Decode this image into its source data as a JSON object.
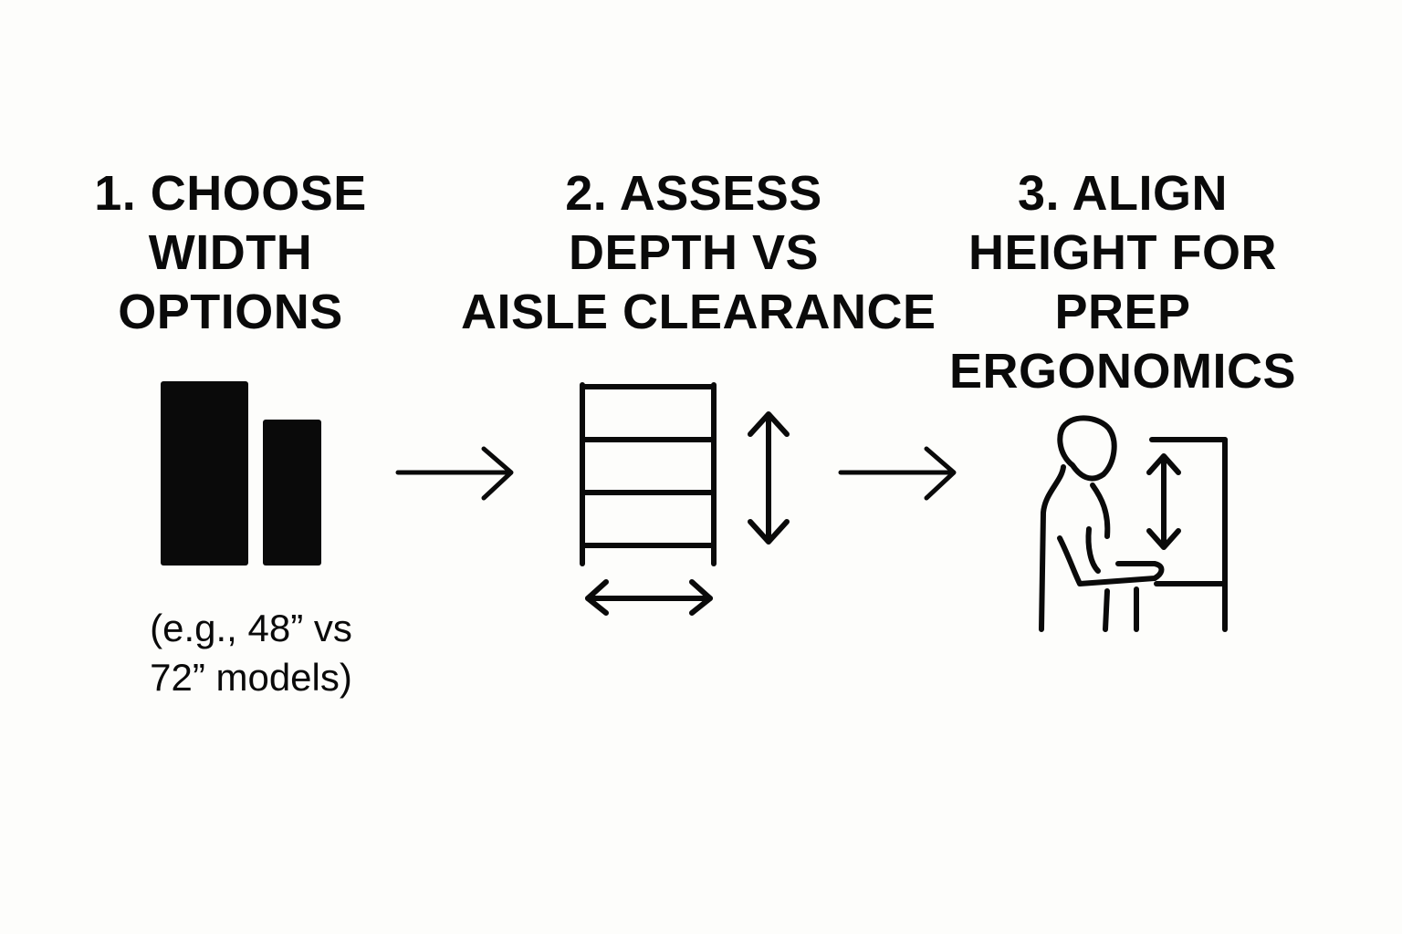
{
  "steps": [
    {
      "title_lines": [
        "1. CHOOSE",
        "WIDTH",
        "OPTIONS"
      ],
      "icon": "width-bars-icon",
      "note_lines": [
        "(e.g., 48” vs",
        "72” models)"
      ]
    },
    {
      "title_lines": [
        "2. ASSESS",
        "DEPTH VS",
        "AISLE CLEARANCE"
      ],
      "icon": "shelving-clearance-icon"
    },
    {
      "title_lines": [
        "3. ALIGN",
        "HEIGHT FOR",
        "PREP",
        "ERGONOMICS"
      ],
      "icon": "person-workstation-height-icon"
    }
  ],
  "connectors": [
    "right-arrow-icon",
    "right-arrow-icon"
  ],
  "colors": {
    "background": "#fdfdfb",
    "ink": "#0a0a0a"
  }
}
